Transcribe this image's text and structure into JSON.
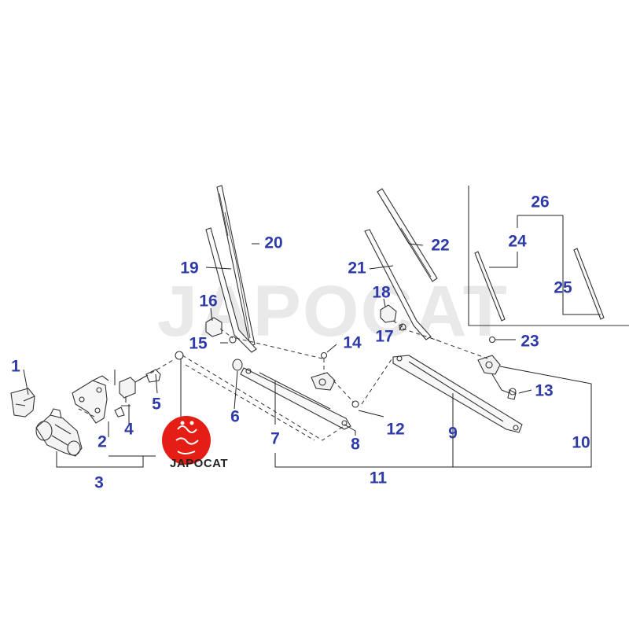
{
  "watermark": {
    "text": "JAPOCAT"
  },
  "logo": {
    "text": "JAPOCAT",
    "color": "#e41e14"
  },
  "label_color": "#2e3aa8",
  "callouts": [
    {
      "id": "1",
      "label": "1"
    },
    {
      "id": "2",
      "label": "2"
    },
    {
      "id": "3",
      "label": "3"
    },
    {
      "id": "4",
      "label": "4"
    },
    {
      "id": "5",
      "label": "5"
    },
    {
      "id": "6",
      "label": "6"
    },
    {
      "id": "7",
      "label": "7"
    },
    {
      "id": "8",
      "label": "8"
    },
    {
      "id": "9",
      "label": "9"
    },
    {
      "id": "10",
      "label": "10"
    },
    {
      "id": "11",
      "label": "11"
    },
    {
      "id": "12",
      "label": "12"
    },
    {
      "id": "13",
      "label": "13"
    },
    {
      "id": "14",
      "label": "14"
    },
    {
      "id": "15",
      "label": "15"
    },
    {
      "id": "16",
      "label": "16"
    },
    {
      "id": "17",
      "label": "17"
    },
    {
      "id": "18",
      "label": "18"
    },
    {
      "id": "19",
      "label": "19"
    },
    {
      "id": "20",
      "label": "20"
    },
    {
      "id": "21",
      "label": "21"
    },
    {
      "id": "22",
      "label": "22"
    },
    {
      "id": "23",
      "label": "23"
    },
    {
      "id": "24",
      "label": "24"
    },
    {
      "id": "25",
      "label": "25"
    },
    {
      "id": "26",
      "label": "26"
    }
  ]
}
